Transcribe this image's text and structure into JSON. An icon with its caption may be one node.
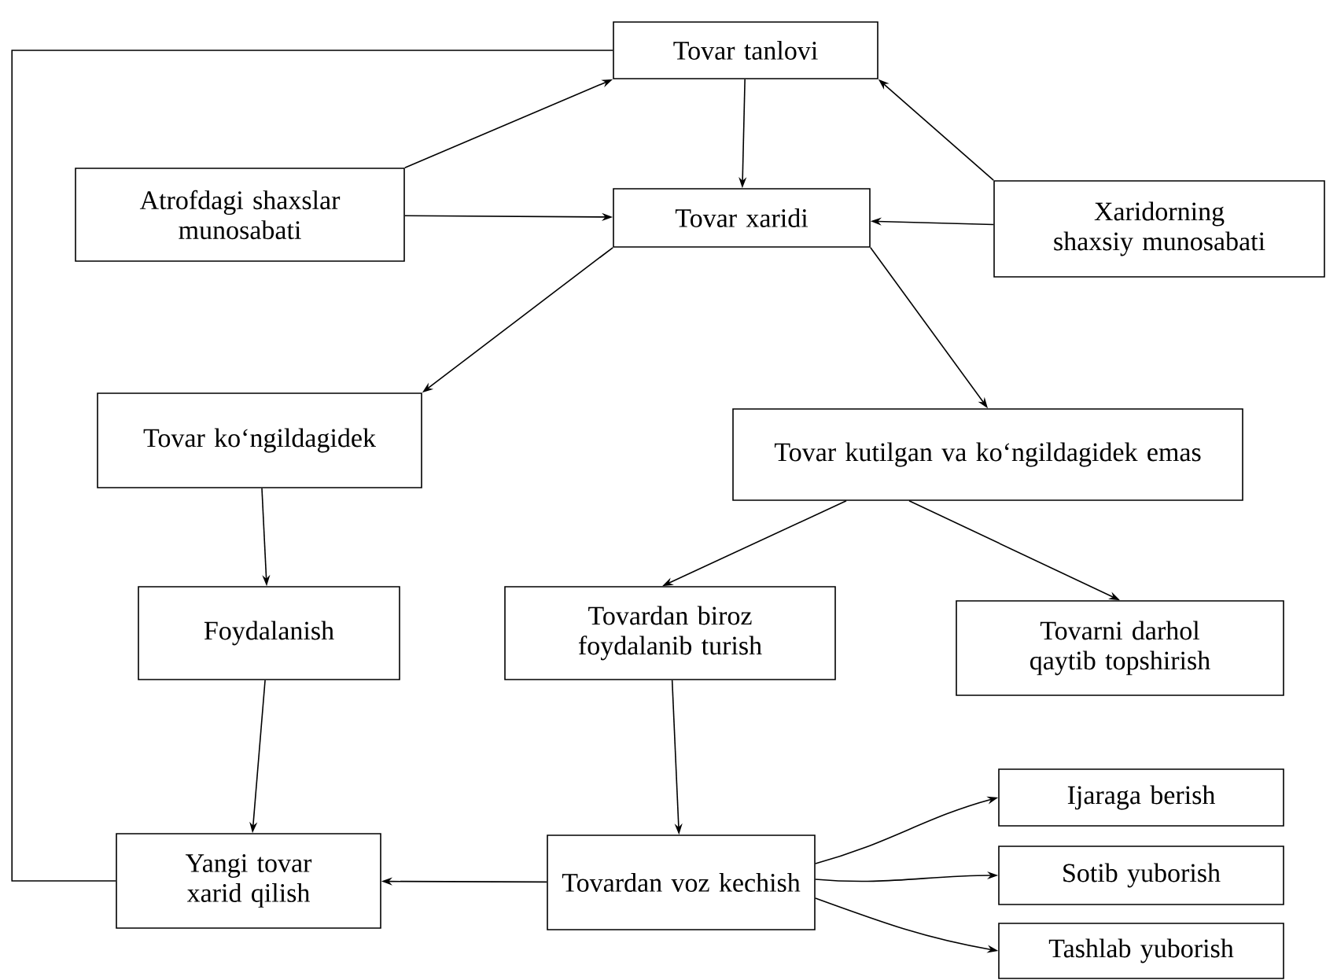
{
  "diagram": {
    "nodes": [
      {
        "text": [
          "Tovar tanlovi"
        ]
      },
      {
        "text": [
          "Atrofdagi shaxslar munosabati"
        ]
      },
      {
        "text": [
          "Tovar xaridi"
        ]
      },
      {
        "text": [
          "Xaridorning shaxsiy munosabati"
        ]
      },
      {
        "text": [
          "Tovar ko‘ngildagidek"
        ]
      },
      {
        "text": [
          "Tovar kutilgan va ko‘ngildagidek emas"
        ]
      },
      {
        "text": [
          "Foydalanish"
        ]
      },
      {
        "text": [
          "Tovardan biroz foydalanib turish"
        ]
      },
      {
        "text": [
          "Tovarni darhol qaytib topshirish"
        ]
      },
      {
        "text": [
          "Yangi tovar xarid qilish"
        ]
      },
      {
        "text": [
          "Tovardan voz kechish"
        ]
      },
      {
        "text": [
          "Ijaraga berish"
        ]
      },
      {
        "text": [
          "Sotib yuborish"
        ]
      },
      {
        "text": [
          "Tashlab yuborish"
        ]
      }
    ],
    "edges": [
      {
        "from": 0,
        "to": 2,
        "arrow": "to"
      },
      {
        "from": 1,
        "to": 0,
        "arrow": "to"
      },
      {
        "from": 3,
        "to": 0,
        "arrow": "to"
      },
      {
        "from": 1,
        "to": 2,
        "arrow": "to"
      },
      {
        "from": 3,
        "to": 2,
        "arrow": "to"
      },
      {
        "from": 2,
        "to": 4,
        "arrow": "to"
      },
      {
        "from": 2,
        "to": 5,
        "arrow": "to"
      },
      {
        "from": 4,
        "to": 6,
        "arrow": "to"
      },
      {
        "from": 5,
        "to": 7,
        "arrow": "to"
      },
      {
        "from": 5,
        "to": 8,
        "arrow": "to"
      },
      {
        "from": 6,
        "to": 9,
        "arrow": "to"
      },
      {
        "from": 7,
        "to": 10,
        "arrow": "to"
      },
      {
        "from": 10,
        "to": 9,
        "arrow": "to"
      },
      {
        "from": 10,
        "to": 11,
        "arrow": "to"
      },
      {
        "from": 10,
        "to": 12,
        "arrow": "to"
      },
      {
        "from": 10,
        "to": 13,
        "arrow": "to"
      },
      {
        "from": 9,
        "to": 0,
        "arrow": "none"
      }
    ]
  }
}
